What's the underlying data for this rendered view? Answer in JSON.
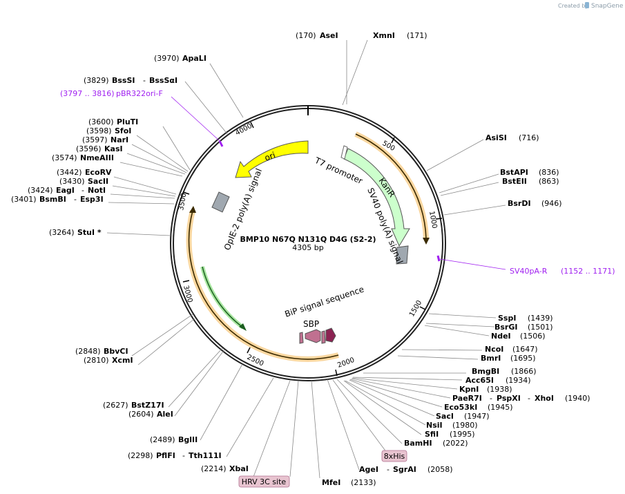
{
  "credit": {
    "created_by": "Created by",
    "brand": "SnapGene"
  },
  "plasmid": {
    "name": "BMP10 N67Q N131Q D4G (S2-2)",
    "length": "4305 bp"
  },
  "ticks": [
    "500",
    "1000",
    "1500",
    "2000",
    "2500",
    "3000",
    "3500",
    "4000"
  ],
  "sites": {
    "asei": {
      "name": "AseI",
      "pos": "(170)"
    },
    "xmni": {
      "name": "XmnI",
      "pos": "(171)"
    },
    "apali": {
      "name": "ApaLI",
      "pos": "(3970)"
    },
    "bsssi": {
      "name": "BssSI",
      "sep": "-",
      "name2": "BssSαI",
      "pos": "(3829)"
    },
    "pluti": {
      "name": "PluTI",
      "pos": "(3600)"
    },
    "sfoi": {
      "name": "SfoI",
      "pos": "(3598)"
    },
    "nari": {
      "name": "NarI",
      "pos": "(3597)"
    },
    "kasi": {
      "name": "KasI",
      "pos": "(3596)"
    },
    "nmeaiii": {
      "name": "NmeAIII",
      "pos": "(3574)"
    },
    "ecorv": {
      "name": "EcoRV",
      "pos": "(3442)"
    },
    "sacii": {
      "name": "SacII",
      "pos": "(3430)"
    },
    "eagi": {
      "name": "EagI",
      "sep": "-",
      "name2": "NotI",
      "pos": "(3424)"
    },
    "bsmbi": {
      "name": "BsmBI",
      "sep": "-",
      "name2": "Esp3I",
      "pos": "(3401)"
    },
    "stui": {
      "name": "StuI *",
      "pos": "(3264)"
    },
    "bbvci": {
      "name": "BbvCI",
      "pos": "(2848)"
    },
    "xcmi": {
      "name": "XcmI",
      "pos": "(2810)"
    },
    "bstz17i": {
      "name": "BstZ17I",
      "pos": "(2627)"
    },
    "alei": {
      "name": "AleI",
      "pos": "(2604)"
    },
    "bglii": {
      "name": "BglII",
      "pos": "(2489)"
    },
    "pflfi": {
      "name": "PflFI",
      "sep": "-",
      "name2": "Tth111I",
      "pos": "(2298)"
    },
    "xbai": {
      "name": "XbaI",
      "pos": "(2214)"
    },
    "mfei": {
      "name": "MfeI",
      "pos": "(2133)"
    },
    "agei": {
      "name": "AgeI",
      "sep": "-",
      "name2": "SgrAI",
      "pos": "(2058)"
    },
    "asisi": {
      "name": "AsiSI",
      "pos": "(716)"
    },
    "bstapi": {
      "name": "BstAPI",
      "pos": "(836)"
    },
    "bsteii": {
      "name": "BstEII",
      "pos": "(863)"
    },
    "bsrdi": {
      "name": "BsrDI",
      "pos": "(946)"
    },
    "sspi": {
      "name": "SspI",
      "pos": "(1439)"
    },
    "bsrgi": {
      "name": "BsrGI",
      "pos": "(1501)"
    },
    "ndei": {
      "name": "NdeI",
      "pos": "(1506)"
    },
    "ncoi": {
      "name": "NcoI",
      "pos": "(1647)"
    },
    "bmri": {
      "name": "BmrI",
      "pos": "(1695)"
    },
    "bmgbi": {
      "name": "BmgBI",
      "pos": "(1866)"
    },
    "acc65i": {
      "name": "Acc65I",
      "pos": "(1934)"
    },
    "kpni": {
      "name": "KpnI",
      "pos": "(1938)"
    },
    "paer7i": {
      "name": "PaeR7I",
      "sep": "-",
      "name2": "PspXI",
      "sep2": "-",
      "name3": "XhoI",
      "pos": "(1940)"
    },
    "eco53ki": {
      "name": "Eco53kI",
      "pos": "(1945)"
    },
    "saci": {
      "name": "SacI",
      "pos": "(1947)"
    },
    "nsii": {
      "name": "NsiI",
      "pos": "(1980)"
    },
    "sfii": {
      "name": "SfiI",
      "pos": "(1995)"
    },
    "bamhi": {
      "name": "BamHI",
      "pos": "(2022)"
    }
  },
  "primers": {
    "pbr322ori": {
      "range": "(3797 .. 3816)",
      "name": "pBR322ori-F"
    },
    "sv40pa": {
      "name": "SV40pA-R",
      "range": "(1152 .. 1171)"
    }
  },
  "features": {
    "ori": "ori",
    "t7": "T7 promoter",
    "kanr": "KanR",
    "sv40": "SV40 poly(A) signal",
    "opie2": "OpIE-2 poly(A) signal",
    "bip": "BiP signal sequence",
    "sbp": "SBP",
    "his": "8xHis",
    "hrv": "HRV 3C site"
  },
  "colors": {
    "backbone": "#222222",
    "ori": "#ffff00",
    "kanr": "#ccffcc",
    "orf": "#f5b041",
    "polya": "#a0a8b0",
    "primer": "#a020f0",
    "sbp": "#c07090",
    "bip": "#8b2252"
  }
}
